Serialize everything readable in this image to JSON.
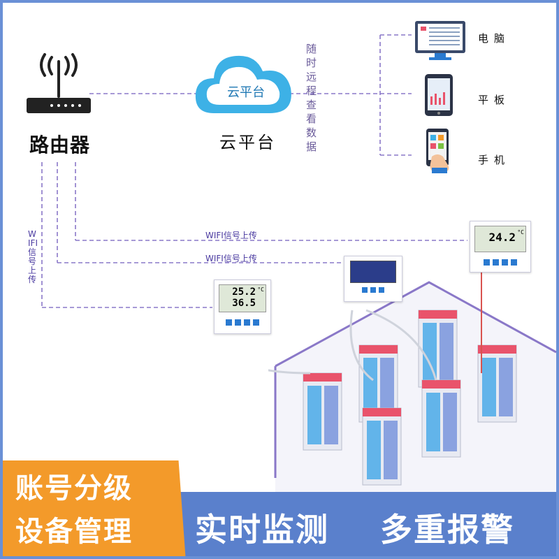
{
  "router": {
    "label": "路由器",
    "icon": "router-icon"
  },
  "cloud": {
    "label": "云平台",
    "icon_text": "云平台",
    "icon": "cloud-icon"
  },
  "remote_label": "随时远程查看数据",
  "devices": [
    {
      "label": "电脑",
      "icon": "desktop-icon"
    },
    {
      "label": "平板",
      "icon": "tablet-icon"
    },
    {
      "label": "手机",
      "icon": "phone-icon"
    }
  ],
  "wifi_labels": {
    "top": "WIFI信号上传",
    "mid": "WIFI信号上传",
    "side": "WIFI信号上传"
  },
  "sensors": [
    {
      "temp": "25.2",
      "hum": "36.5",
      "unit": "°C"
    },
    {
      "temp": "24.2",
      "unit": "°C"
    },
    {
      "screen": "monitor"
    }
  ],
  "banner": {
    "left_line1": "账号分级",
    "left_line2": "设备管理",
    "right_part1": "实时监测",
    "right_part2": "多重报警"
  },
  "colors": {
    "line": "#8a78c8",
    "cloud": "#3db1e6",
    "banner_orange": "#f39a2a",
    "banner_blue": "#5a80cc"
  }
}
